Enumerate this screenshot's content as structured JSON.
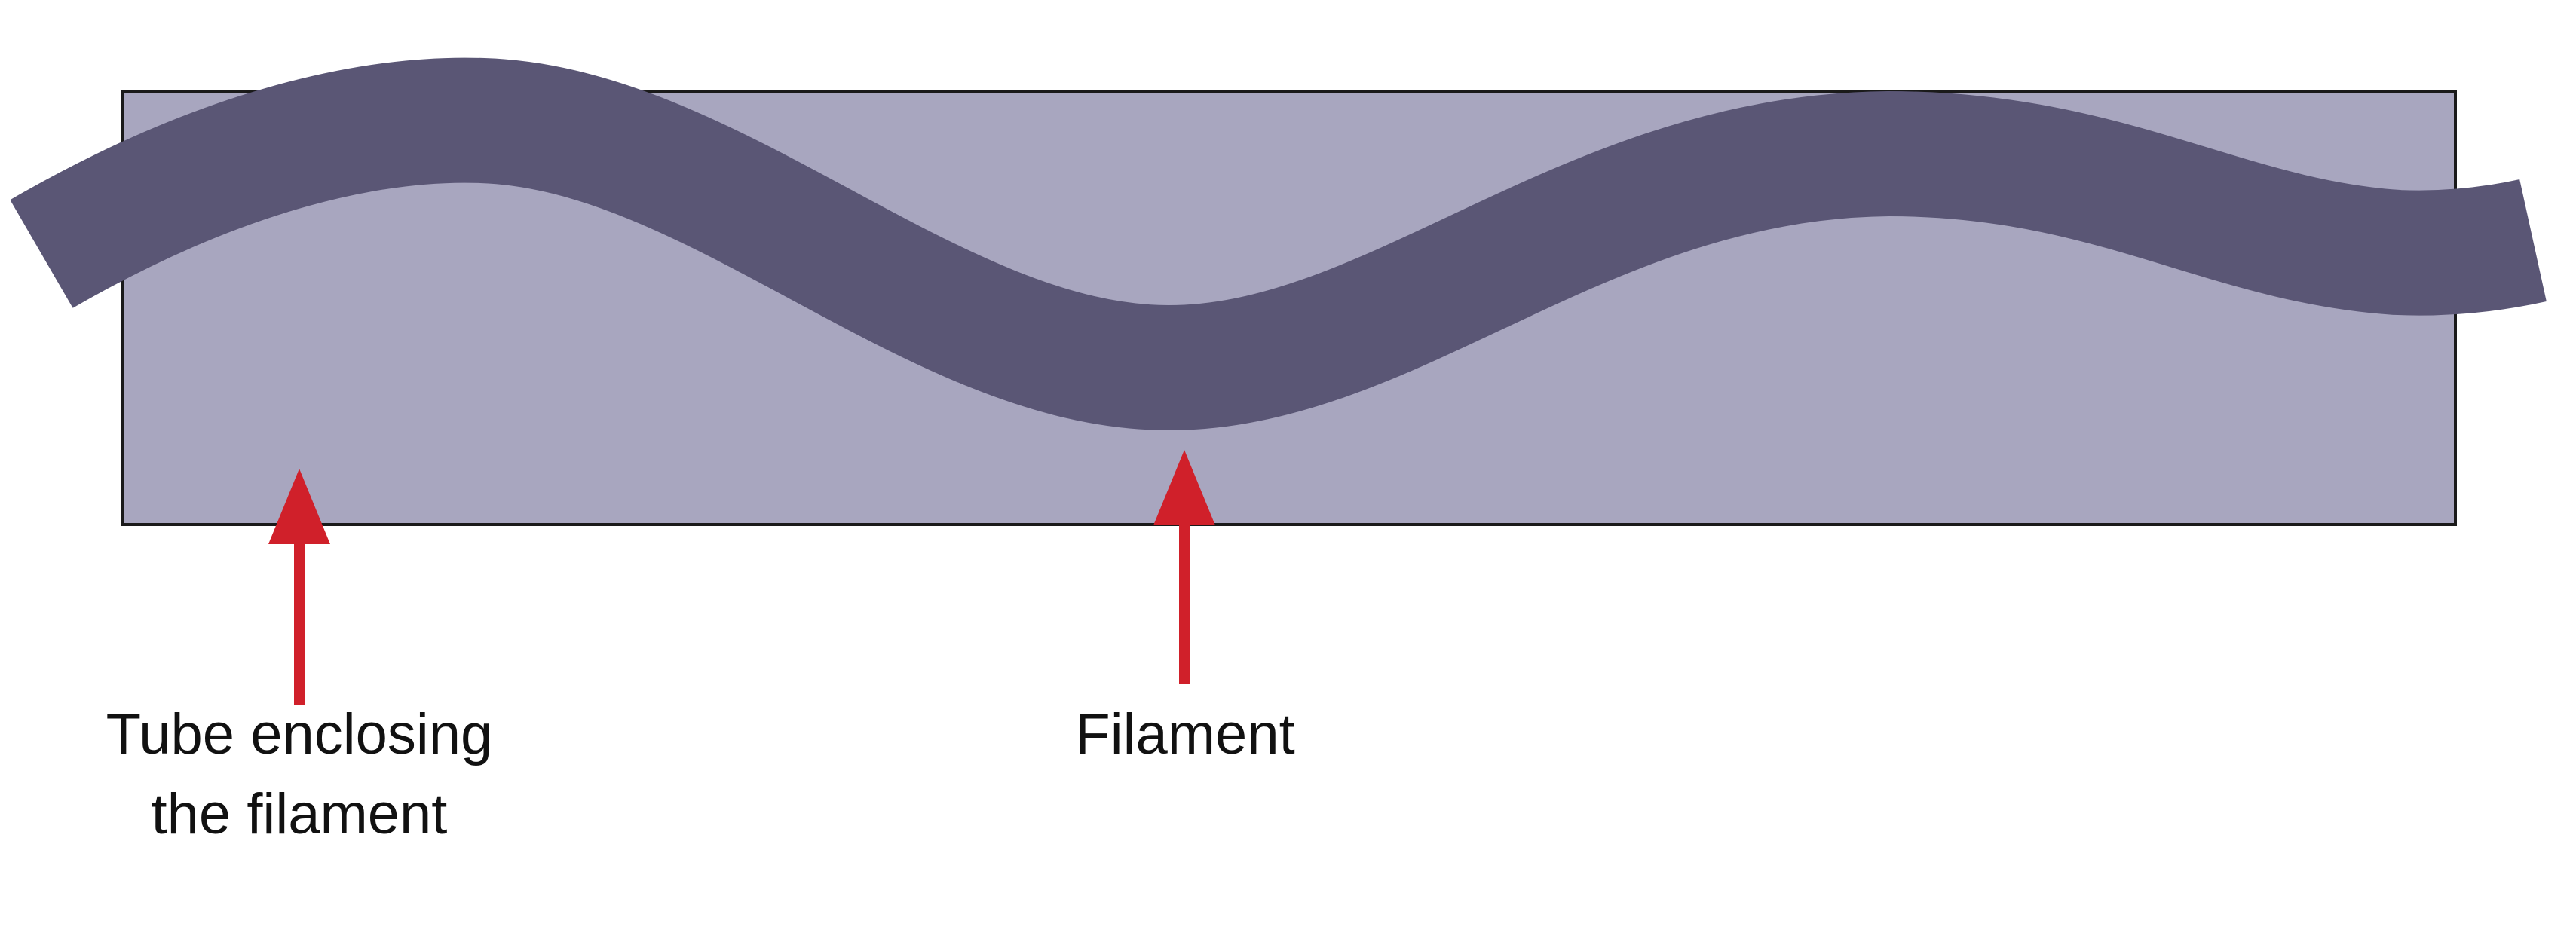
{
  "labels": {
    "tube_line1": "Tube enclosing",
    "tube_line2": "the filament",
    "filament": "Filament"
  },
  "colors": {
    "tube_fill": "#a8a6bf",
    "tube_stroke": "#1a1a1a",
    "filament": "#5a5675",
    "arrow": "#d0202a",
    "text": "#111111",
    "background": "#ffffff"
  }
}
